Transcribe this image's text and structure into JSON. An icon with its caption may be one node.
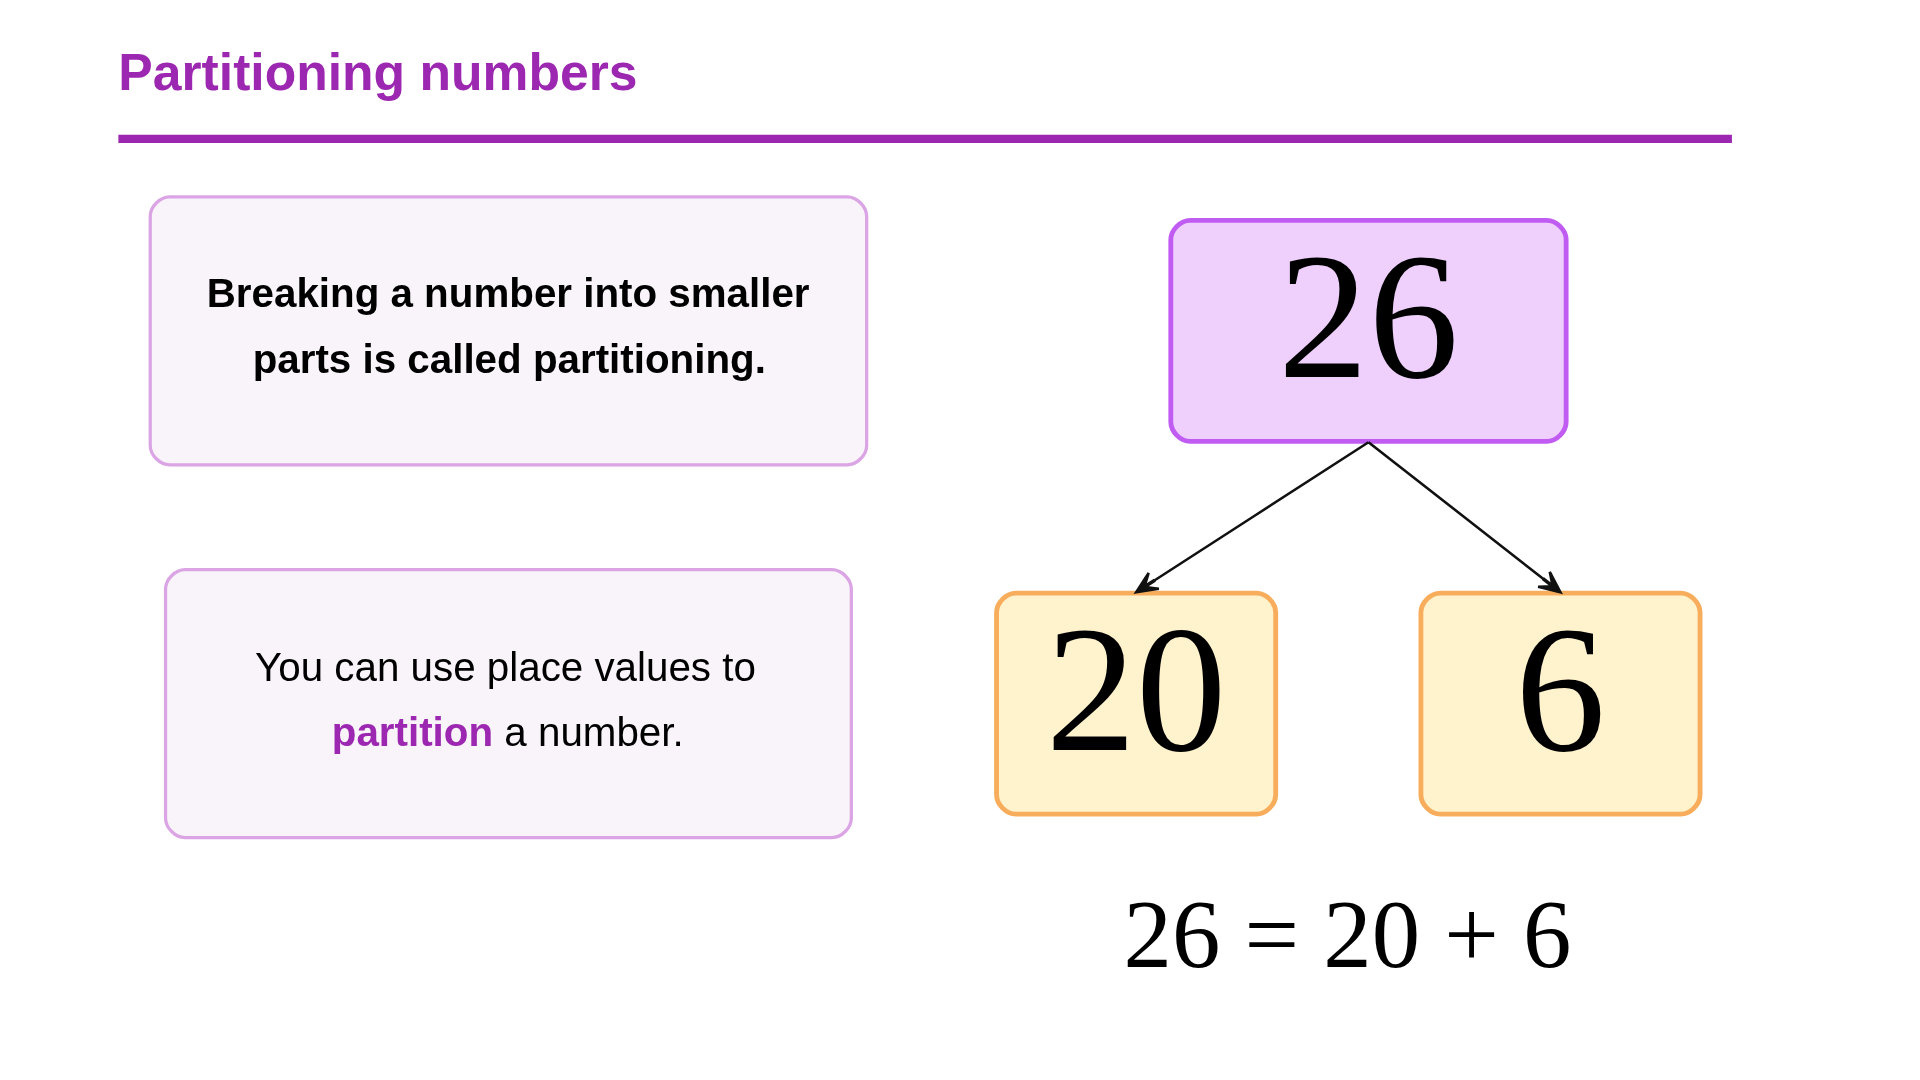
{
  "diagram": {
    "title": "Partitioning numbers",
    "nodes": [
      {
        "text": [
          "Breaking a number into smaller parts is called partitioning."
        ]
      },
      {
        "text": [
          "You can use place values to **partition** a number."
        ]
      },
      {
        "text": [
          "26"
        ]
      },
      {
        "text": [
          "20"
        ]
      },
      {
        "text": [
          "6"
        ]
      }
    ],
    "edges": [
      {
        "from": 2,
        "to": 3,
        "arrow": "to"
      },
      {
        "from": 2,
        "to": 4,
        "arrow": "to"
      }
    ],
    "labels": [
      "26 = 20 + 6"
    ]
  }
}
